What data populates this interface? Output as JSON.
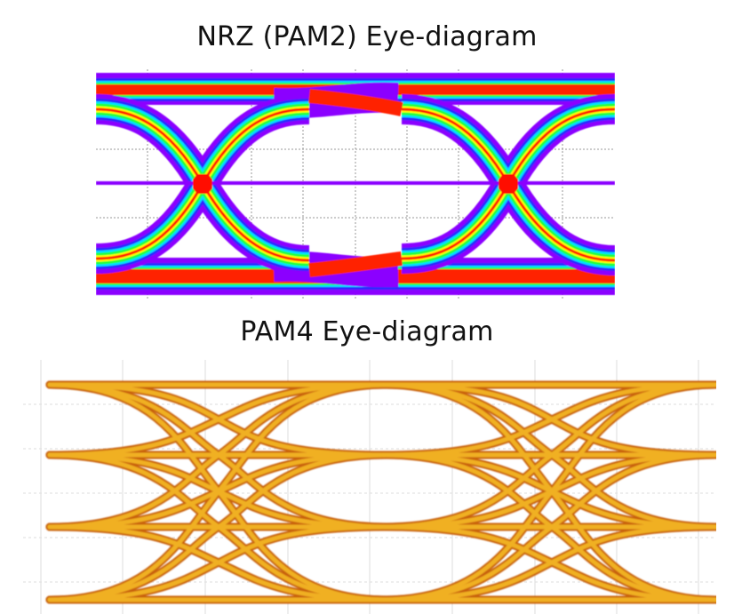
{
  "nrz": {
    "title": "NRZ (PAM2) Eye-diagram",
    "levels": 2,
    "eyes_visible": 1,
    "crossings_visible": 2,
    "colormap": [
      "#8b00ff",
      "#2a2aff",
      "#00d0ff",
      "#00ff40",
      "#ffff00",
      "#ff2000"
    ]
  },
  "pam4": {
    "title": "PAM4 Eye-diagram",
    "levels": 4,
    "eyes_per_period": 3,
    "periods_visible": 2,
    "trace_color": "#e8a010",
    "edge_color": "#c86010"
  }
}
